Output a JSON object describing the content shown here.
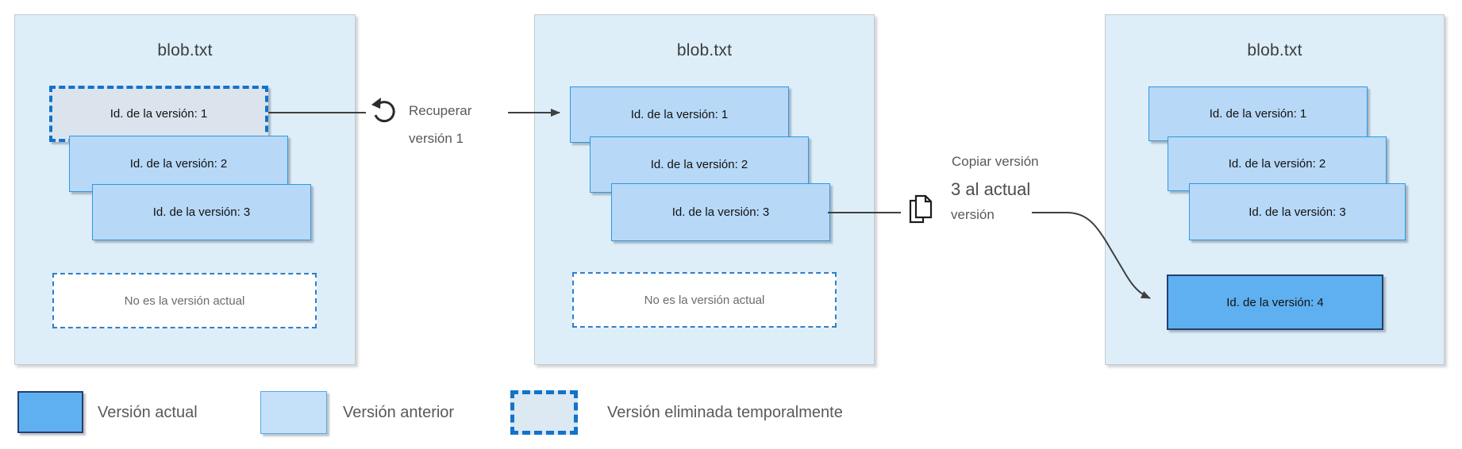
{
  "diagram": {
    "panels": [
      {
        "title": "blob.txt",
        "versions": [
          {
            "label": "Id. de la versión: 1",
            "state": "deleted"
          },
          {
            "label": "Id. de la versión: 2",
            "state": "previous"
          },
          {
            "label": "Id. de la versión: 3",
            "state": "previous"
          }
        ],
        "empty_note": "No es la versión actual"
      },
      {
        "title": "blob.txt",
        "versions": [
          {
            "label": "Id. de la versión: 1",
            "state": "previous"
          },
          {
            "label": "Id. de la versión: 2",
            "state": "previous"
          },
          {
            "label": "Id. de la versión: 3",
            "state": "previous"
          }
        ],
        "empty_note": "No es la versión actual"
      },
      {
        "title": "blob.txt",
        "versions": [
          {
            "label": "Id. de la versión: 1",
            "state": "previous"
          },
          {
            "label": "Id. de la versión: 2",
            "state": "previous"
          },
          {
            "label": "Id. de la versión: 3",
            "state": "previous"
          },
          {
            "label": "Id. de la versión: 4",
            "state": "current"
          }
        ]
      }
    ],
    "connectors": [
      {
        "icon": "undo-icon",
        "lines": [
          "Recuperar",
          "versión 1"
        ]
      },
      {
        "icon": "copy-icon",
        "lines": [
          "Copiar versión",
          "3 al actual",
          "versión"
        ]
      }
    ],
    "legend": [
      {
        "label": "Versión actual",
        "swatch": "current"
      },
      {
        "label": "Versión anterior",
        "swatch": "previous"
      },
      {
        "label": "Versión eliminada temporalmente",
        "swatch": "deleted"
      }
    ],
    "colors": {
      "panel_bg": "#ddeef9",
      "previous_fill": "#b7d8f7",
      "previous_border": "#2f97e0",
      "current_fill": "#5fb0f0",
      "current_border": "#24406e",
      "deleted_fill": "#dbe4ed",
      "deleted_dash_blue": "#1273cb",
      "deleted_dash_gray": "#aeb6bd",
      "connector_line": "#3f3f3f",
      "label_text": "#595959"
    }
  }
}
